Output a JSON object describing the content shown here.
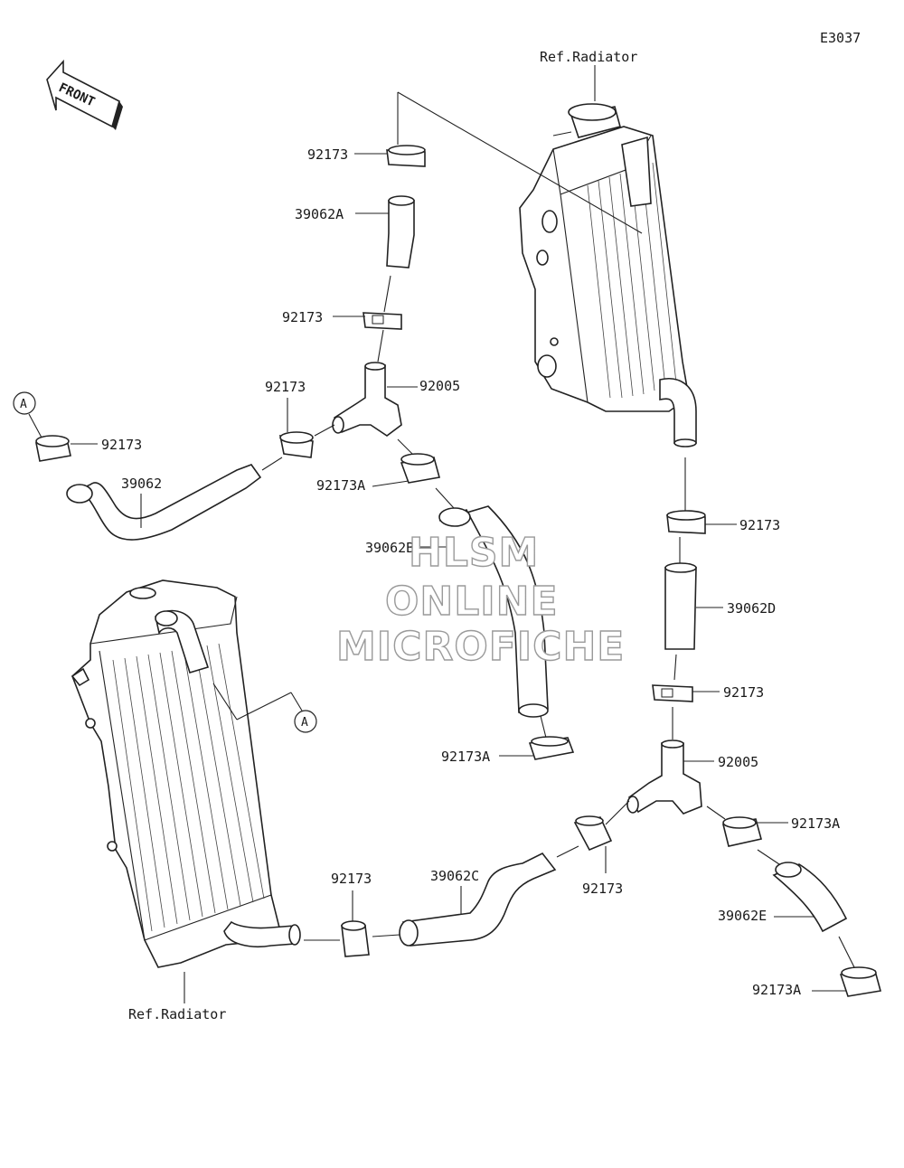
{
  "diagram_code": "E3037",
  "front_label": "FRONT",
  "watermark": [
    "HLSM",
    "ONLINE",
    "MICROFICHE"
  ],
  "ref_labels": {
    "top_right": "Ref.Radiator",
    "bottom_left": "Ref.Radiator"
  },
  "callout_marker": "A",
  "labels": {
    "clamp_top": "92173",
    "hose_a": "39062A",
    "clamp_mid": "92173",
    "fitting_left": "92005",
    "clamp_joint_left": "92173",
    "clamp_a_left": "92173",
    "hose_main": "39062",
    "clamp_a_under": "92173A",
    "hose_b": "39062B",
    "clamp_b_bottom": "92173A",
    "clamp_right_top": "92173",
    "hose_d": "39062D",
    "clamp_right_mid": "92173",
    "fitting_right": "92005",
    "clamp_right_a": "92173A",
    "clamp_right_joint": "92173",
    "hose_c": "39062C",
    "clamp_bottom_hose": "92173",
    "hose_e": "39062E",
    "clamp_e_bottom": "92173A"
  }
}
